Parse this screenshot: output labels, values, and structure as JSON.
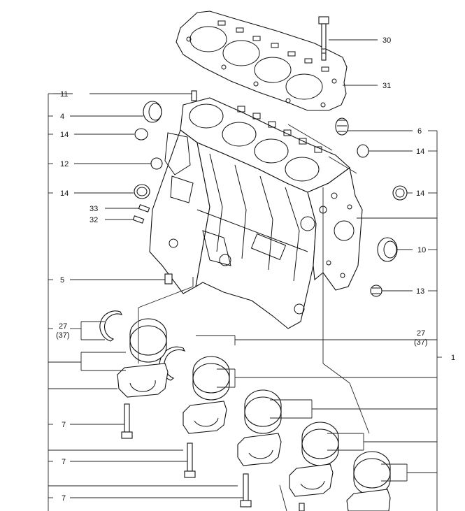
{
  "callouts": {
    "c30": "30",
    "c31": "31",
    "c11": "11",
    "c4": "4",
    "c14a": "14",
    "c6": "6",
    "c14b": "14",
    "c12": "12",
    "c14c": "14",
    "c14d": "14",
    "c33": "33",
    "c32": "32",
    "c10": "10",
    "c5": "5",
    "c13": "13",
    "c27a": "27",
    "c37a": "(37)",
    "c27b": "27",
    "c37b": "(37)",
    "c1": "1",
    "c7a": "7",
    "c7b": "7",
    "c7c": "7"
  }
}
